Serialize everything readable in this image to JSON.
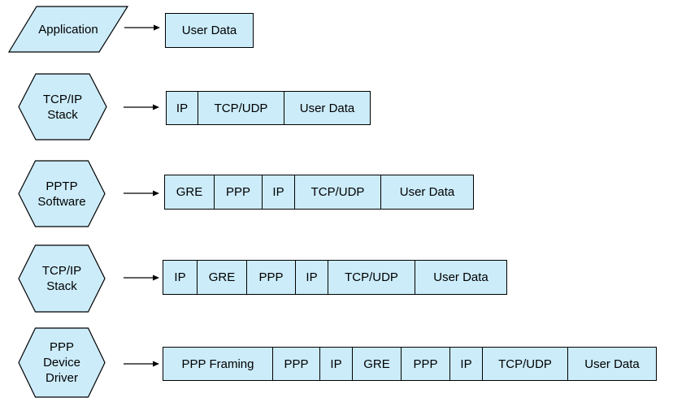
{
  "colors": {
    "shape_fill": "#ccecfa",
    "shape_border": "#000000",
    "text": "#000000",
    "background": "#ffffff"
  },
  "rows": [
    {
      "label": "Application",
      "shape": "parallelogram",
      "segments": [
        "User Data"
      ]
    },
    {
      "label": "TCP/IP\nStack",
      "shape": "hexagon",
      "segments": [
        "IP",
        "TCP/UDP",
        "User Data"
      ]
    },
    {
      "label": "PPTP\nSoftware",
      "shape": "hexagon",
      "segments": [
        "GRE",
        "PPP",
        "IP",
        "TCP/UDP",
        "User Data"
      ]
    },
    {
      "label": "TCP/IP\nStack",
      "shape": "hexagon",
      "segments": [
        "IP",
        "GRE",
        "PPP",
        "IP",
        "TCP/UDP",
        "User Data"
      ]
    },
    {
      "label": "PPP\nDevice\nDriver",
      "shape": "hexagon",
      "segments": [
        "PPP Framing",
        "PPP",
        "IP",
        "GRE",
        "PPP",
        "IP",
        "TCP/UDP",
        "User Data"
      ]
    }
  ]
}
